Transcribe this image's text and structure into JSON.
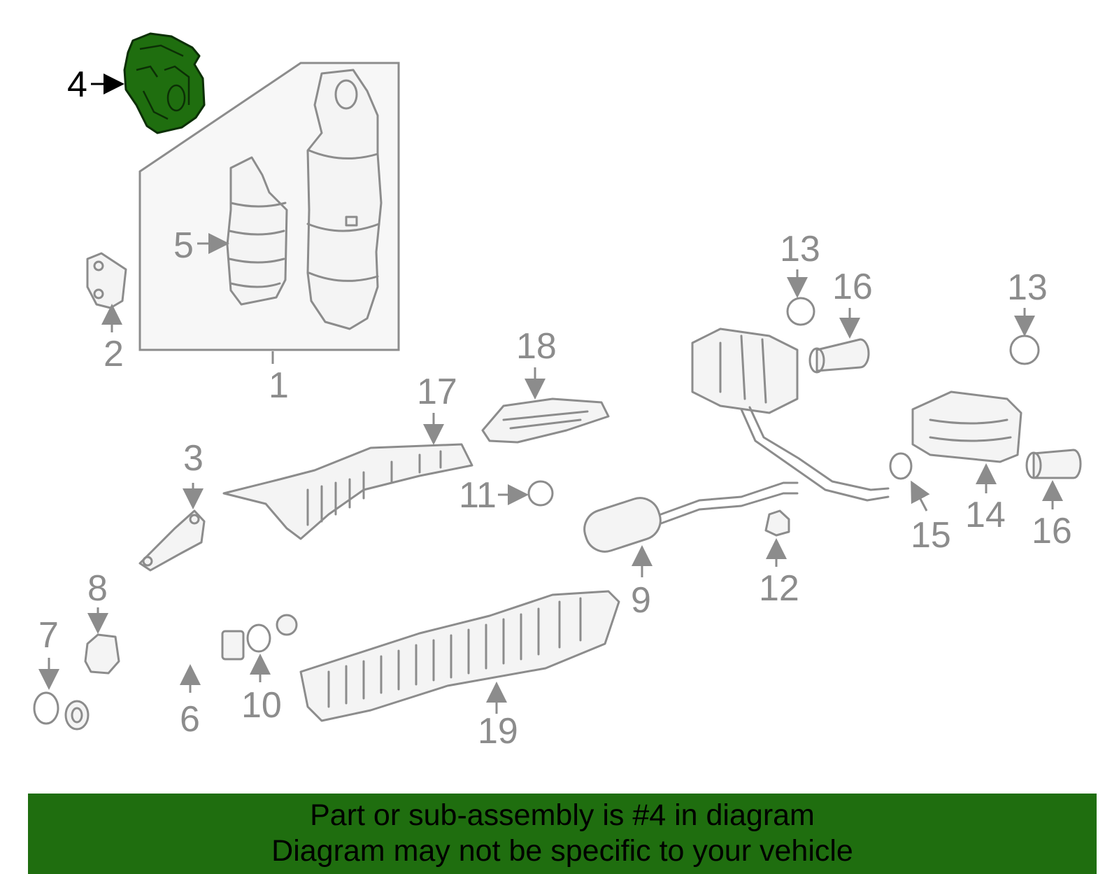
{
  "diagram": {
    "highlighted_part": "4",
    "callouts": {
      "c1": "1",
      "c2": "2",
      "c3": "3",
      "c4": "4",
      "c5": "5",
      "c6": "6",
      "c7": "7",
      "c8": "8",
      "c9": "9",
      "c10": "10",
      "c11": "11",
      "c12": "12",
      "c13a": "13",
      "c13b": "13",
      "c14": "14",
      "c15": "15",
      "c16a": "16",
      "c16b": "16",
      "c17": "17",
      "c18": "18",
      "c19": "19"
    },
    "colors": {
      "highlight": "#1f6e0f",
      "line": "#8c8c8c",
      "banner": "#1f6e0f"
    }
  },
  "banner": {
    "line1": "Part or sub-assembly is #4 in diagram",
    "line2": "Diagram may not be specific to your vehicle"
  }
}
